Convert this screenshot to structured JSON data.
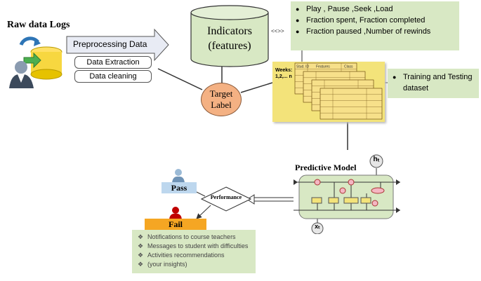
{
  "raw_data": {
    "title": "Raw data Logs"
  },
  "preprocessing": {
    "title": "Preprocessing Data",
    "steps": [
      "Data Extraction",
      "Data cleaning"
    ]
  },
  "indicators": {
    "line1": "Indicators",
    "line2": "(features)",
    "connector": "<<>>",
    "list": [
      "Play , Pause ,Seek ,Load",
      "Fraction spent, Fraction completed",
      "Fraction paused ,Number of rewinds"
    ]
  },
  "target": {
    "line1": "Target",
    "line2": "Label"
  },
  "dataset": {
    "weeks_label": "Weeks:",
    "weeks_range": "1,2,... n",
    "col_headers": [
      "Stud. ID",
      "Features",
      "Class"
    ],
    "note": "Training and Testing dataset"
  },
  "model": {
    "title": "Predictive Model",
    "output": "hₜ",
    "input": "xₜ"
  },
  "performance": {
    "label": "Performance"
  },
  "pass": {
    "label": "Pass"
  },
  "fail": {
    "label": "Fail",
    "actions": [
      "Notifications to course teachers",
      "Messages to student with difficulties",
      "Activities recommendations",
      "(your insights)"
    ]
  },
  "colors": {
    "green_box": "#d8e8c4",
    "dataset_yellow": "#f3e37a",
    "target_orange": "#f4b183",
    "fail_orange": "#f5a623",
    "fail_red": "#c00000",
    "pass_blue": "#bdd7ee"
  }
}
